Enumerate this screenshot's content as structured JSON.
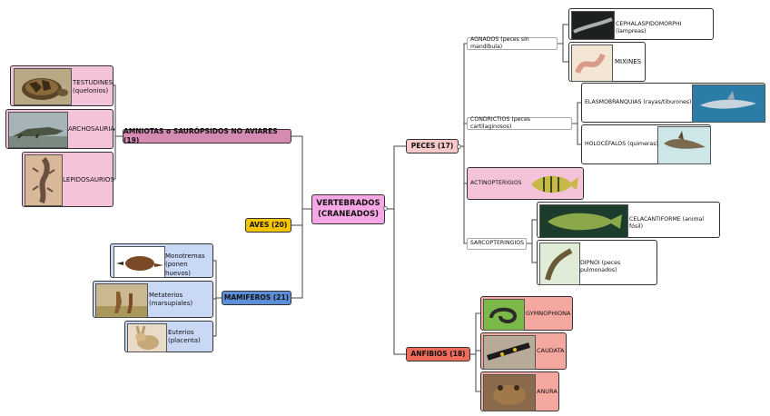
{
  "center": "VERTEBRADOS (CRANEADOS)",
  "left": {
    "amniotas": "AMNIOTAS o SAURÓPSIDOS NO AVIARES (19)",
    "testudines": "TESTUDINES (quelonios)",
    "archosauria": "ARCHOSAURIA",
    "lepidosaurios": "LEPIDOSAURIOS",
    "aves": "AVES (20)",
    "mamiferos": "MAMIFEROS (21)",
    "monotremas": "Monotremas (ponen huevos)",
    "metaterios": "Metaterios (marsupiales)",
    "euterios": "Euterios (placenta)"
  },
  "right": {
    "peces": "PECES (17)",
    "agnados": "AGNADOS (peces sin mandíbula)",
    "cephalaspidomorphi": "CEPHALASPIDOMORPHI (lampreas)",
    "mixines": "MIXINES",
    "condrictios": "CONDRICTIOS (peces cartilaginosos)",
    "elasmobranquias": "ELASMOBRANQUIAS (rayas/tiburones)",
    "holocefalos": "HOLOCÉFALOS (quimeras)",
    "actinopterigios": "ACTINOPTERIGIOS",
    "sarcopteringios": "SARCOPTERINGIOS",
    "celacantiforme": "CELACANTIFORME (animal fósil)",
    "dipnoi": "DIPNOI (peces pulmonados)",
    "anfibios": "ANFIBIOS (18)",
    "gymnophiona": "GYMNOPHIONA",
    "caudata": "CAUDATA",
    "anura": "ANURA"
  },
  "icons": [
    "tortoise-image",
    "crocodile-image",
    "lizard-image",
    "platypus-image",
    "kangaroo-image",
    "rabbit-image",
    "lamprey-image",
    "hagfish-image",
    "shark-image",
    "chimaera-image",
    "perch-image",
    "coelacanth-image",
    "lungfish-image",
    "caecilian-image",
    "salamander-image",
    "frog-image"
  ],
  "colors": {
    "center": "#f7a6e6",
    "amniotas": "#d58ab2",
    "aves": "#f5c400",
    "mamiferos": "#5c8fd8",
    "anfibios": "#ee6a5a",
    "peces": "#f7c9c9"
  }
}
